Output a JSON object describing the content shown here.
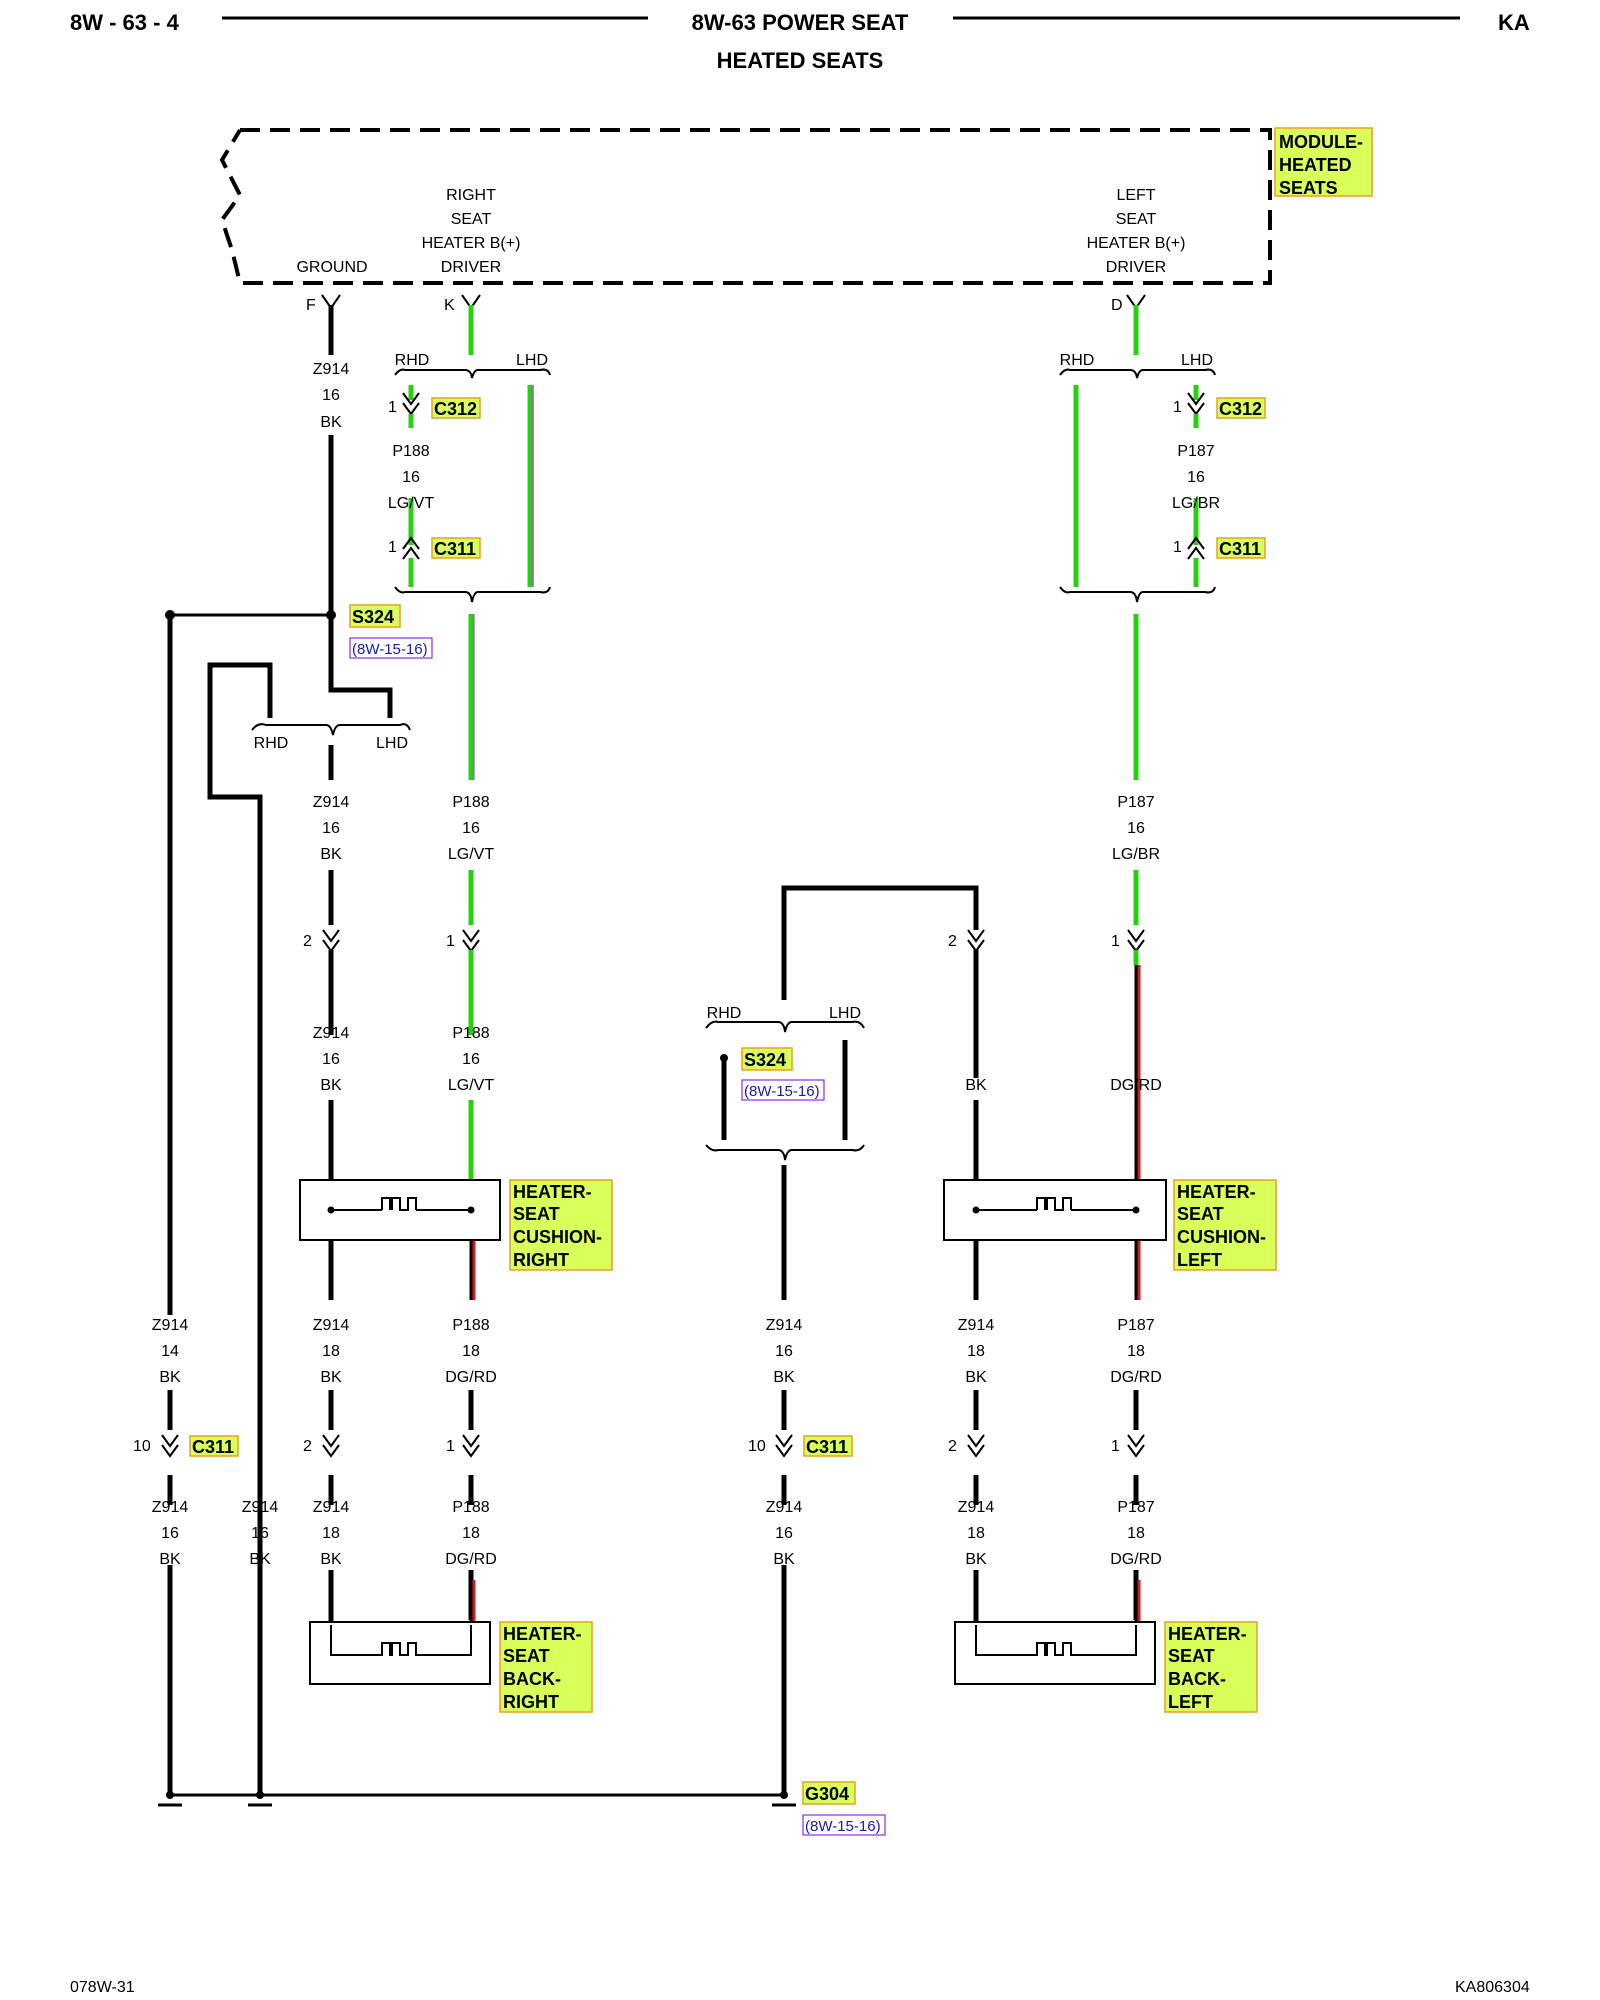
{
  "header": {
    "page_id": "8W - 63 - 4",
    "title": "8W-63 POWER SEAT",
    "subtitle": "HEATED SEATS",
    "model": "KA"
  },
  "footer": {
    "left_code": "078W-31",
    "right_code": "KA806304"
  },
  "module": {
    "name": "MODULE-HEATED SEATS",
    "name_lines": [
      "MODULE-",
      "HEATED",
      "SEATS"
    ],
    "pins": [
      {
        "pin": "F",
        "label_lines": [
          "GROUND"
        ]
      },
      {
        "pin": "K",
        "label_lines": [
          "RIGHT",
          "SEAT",
          "HEATER B(+)",
          "DRIVER"
        ]
      },
      {
        "pin": "D",
        "label_lines": [
          "LEFT",
          "SEAT",
          "HEATER B(+)",
          "DRIVER"
        ]
      }
    ]
  },
  "options": {
    "rhd": "RHD",
    "lhd": "LHD"
  },
  "connectors": {
    "c312": "C312",
    "c311": "C311"
  },
  "pin_numbers": {
    "p1": "1",
    "p2": "2",
    "p10": "10"
  },
  "splices": {
    "s324": "S324",
    "ref": "(8W-15-16)"
  },
  "ground": {
    "name": "G304",
    "ref": "(8W-15-16)"
  },
  "wire_labels": [
    {
      "id": "z914-upper",
      "lines": [
        "Z914",
        "16",
        "BK"
      ]
    },
    {
      "id": "p188-upper",
      "lines": [
        "P188",
        "16",
        "LG/VT"
      ]
    },
    {
      "id": "p187-upper",
      "lines": [
        "P187",
        "16",
        "LG/BR"
      ]
    },
    {
      "id": "z914-mid-a",
      "lines": [
        "Z914",
        "16",
        "BK"
      ]
    },
    {
      "id": "p188-mid-a",
      "lines": [
        "P188",
        "16",
        "LG/VT"
      ]
    },
    {
      "id": "p187-mid-a",
      "lines": [
        "P187",
        "16",
        "LG/BR"
      ]
    },
    {
      "id": "z914-mid-b",
      "lines": [
        "Z914",
        "16",
        "BK"
      ]
    },
    {
      "id": "p188-mid-b",
      "lines": [
        "P188",
        "16",
        "LG/VT"
      ]
    },
    {
      "id": "bk-left-seat",
      "lines": [
        "BK"
      ]
    },
    {
      "id": "dgrd-left-seat",
      "lines": [
        "DG/RD"
      ]
    },
    {
      "id": "z914-14",
      "lines": [
        "Z914",
        "14",
        "BK"
      ]
    },
    {
      "id": "z914-18-r",
      "lines": [
        "Z914",
        "18",
        "BK"
      ]
    },
    {
      "id": "p188-18",
      "lines": [
        "P188",
        "18",
        "DG/RD"
      ]
    },
    {
      "id": "z914-16-center",
      "lines": [
        "Z914",
        "16",
        "BK"
      ]
    },
    {
      "id": "z914-18-l",
      "lines": [
        "Z914",
        "18",
        "BK"
      ]
    },
    {
      "id": "p187-18",
      "lines": [
        "P187",
        "18",
        "DG/RD"
      ]
    },
    {
      "id": "z914-16-a",
      "lines": [
        "Z914",
        "16",
        "BK"
      ]
    },
    {
      "id": "z914-16-b",
      "lines": [
        "Z914",
        "16",
        "BK"
      ]
    },
    {
      "id": "z914-18-r2",
      "lines": [
        "Z914",
        "18",
        "BK"
      ]
    },
    {
      "id": "p188-18-2",
      "lines": [
        "P188",
        "18",
        "DG/RD"
      ]
    },
    {
      "id": "z914-16-center2",
      "lines": [
        "Z914",
        "16",
        "BK"
      ]
    },
    {
      "id": "z914-18-l2",
      "lines": [
        "Z914",
        "18",
        "BK"
      ]
    },
    {
      "id": "p187-18-2",
      "lines": [
        "P187",
        "18",
        "DG/RD"
      ]
    }
  ],
  "components": {
    "cushion_right": [
      "HEATER-",
      "SEAT",
      "CUSHION-",
      "RIGHT"
    ],
    "cushion_left": [
      "HEATER-",
      "SEAT",
      "CUSHION-",
      "LEFT"
    ],
    "back_right": [
      "HEATER-",
      "SEAT",
      "BACK-",
      "RIGHT"
    ],
    "back_left": [
      "HEATER-",
      "SEAT",
      "BACK-",
      "LEFT"
    ]
  },
  "colors": {
    "wire_black": "#000000",
    "wire_green": "#27d10f",
    "wire_red": "#d11a1a",
    "label_fill": "#d9ff5a",
    "label_border": "#e9a020",
    "ref_border": "#8a2be2"
  }
}
